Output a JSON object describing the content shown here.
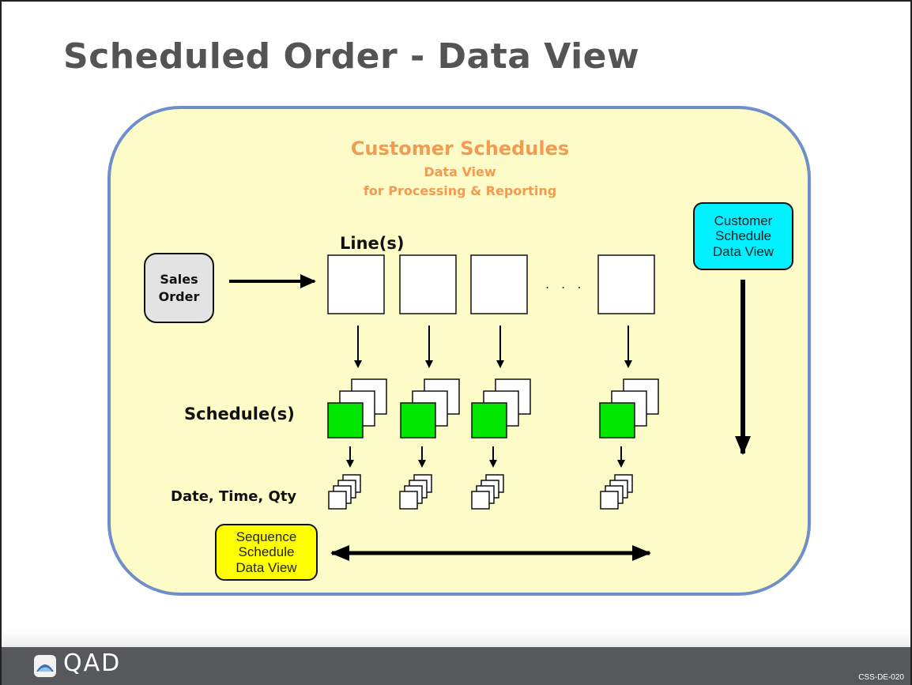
{
  "slide": {
    "title": "Scheduled Order - Data View"
  },
  "diagram": {
    "heading": "Customer Schedules",
    "subheading_1": "Data View",
    "subheading_2": "for Processing & Reporting",
    "sales_order": "Sales\nOrder",
    "lines_label": "Line(s)",
    "ellipsis": ". . .",
    "schedules_label": "Schedule(s)",
    "details_label": "Date, Time, Qty",
    "customer_schedule_view": "Customer\nSchedule\nData View",
    "sequence_schedule_view": "Sequence\nSchedule\nData View"
  },
  "colors": {
    "panel_fill": "#fdfbc7",
    "panel_border": "#6e8fc9",
    "heading": "#f39b50",
    "schedule_green": "#00e600",
    "customer_view_cyan": "#00f0ff",
    "sequence_view_yellow": "#ffff00",
    "footer": "#56585b"
  },
  "footer": {
    "logo_text": "QAD",
    "slide_code": "CSS-DE-020"
  }
}
